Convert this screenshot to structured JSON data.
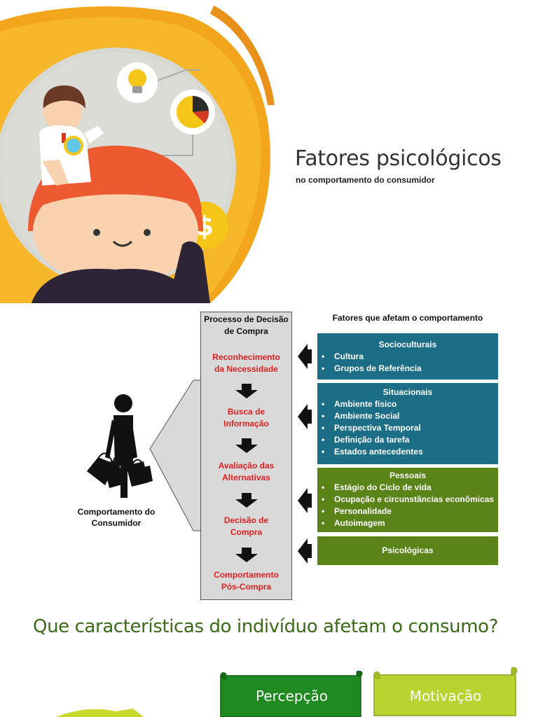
{
  "slide1": {
    "title": "Fatores psicológicos",
    "subtitle": "no comportamento do consumidor",
    "icons": [
      "lightbulb-icon",
      "pie-chart-icon",
      "dollar-coin-icon",
      "magnifier-icon"
    ]
  },
  "slide2": {
    "process": {
      "title_line1": "Processo de Decisão",
      "title_line2": "de Compra",
      "steps": [
        {
          "line1": "Reconhecimento",
          "line2": "da Necessidade"
        },
        {
          "line1": "Busca de",
          "line2": "Informação"
        },
        {
          "line1": "Avaliação das",
          "line2": "Alternativas"
        },
        {
          "line1": "Decisão de",
          "line2": "Compra"
        },
        {
          "line1": "Comportamento",
          "line2": "Pós-Compra"
        }
      ]
    },
    "factors_header": "Fatores que afetam o comportamento",
    "factors": [
      {
        "title": "Socioculturais",
        "items": [
          "Cultura",
          "Grupos  de Referência"
        ],
        "color": "#1b6e86"
      },
      {
        "title": "Situacionais",
        "items": [
          "Ambiente físico",
          "Ambiente Social",
          "Perspectiva Temporal",
          "Definição da tarefa",
          "Estados antecedentes"
        ],
        "color": "#1b6e86"
      },
      {
        "title": "Pessoais",
        "items": [
          "Estágio do Ciclo de vida",
          "Ocupação e circunstâncias econômicas",
          "Personalidade",
          "Autoimagem"
        ],
        "color": "#5a8318"
      },
      {
        "title": "Psicológicas",
        "items": [],
        "color": "#5a8318"
      }
    ],
    "consumer_label_line1": "Comportamento do",
    "consumer_label_line2": "Consumidor"
  },
  "slide3": {
    "question": "Que características do indivíduo afetam o consumo?",
    "scroll1": {
      "label": "Percepção",
      "color": "#1f8a1f"
    },
    "scroll2": {
      "label": "Motivação",
      "color": "#b9d431"
    }
  }
}
